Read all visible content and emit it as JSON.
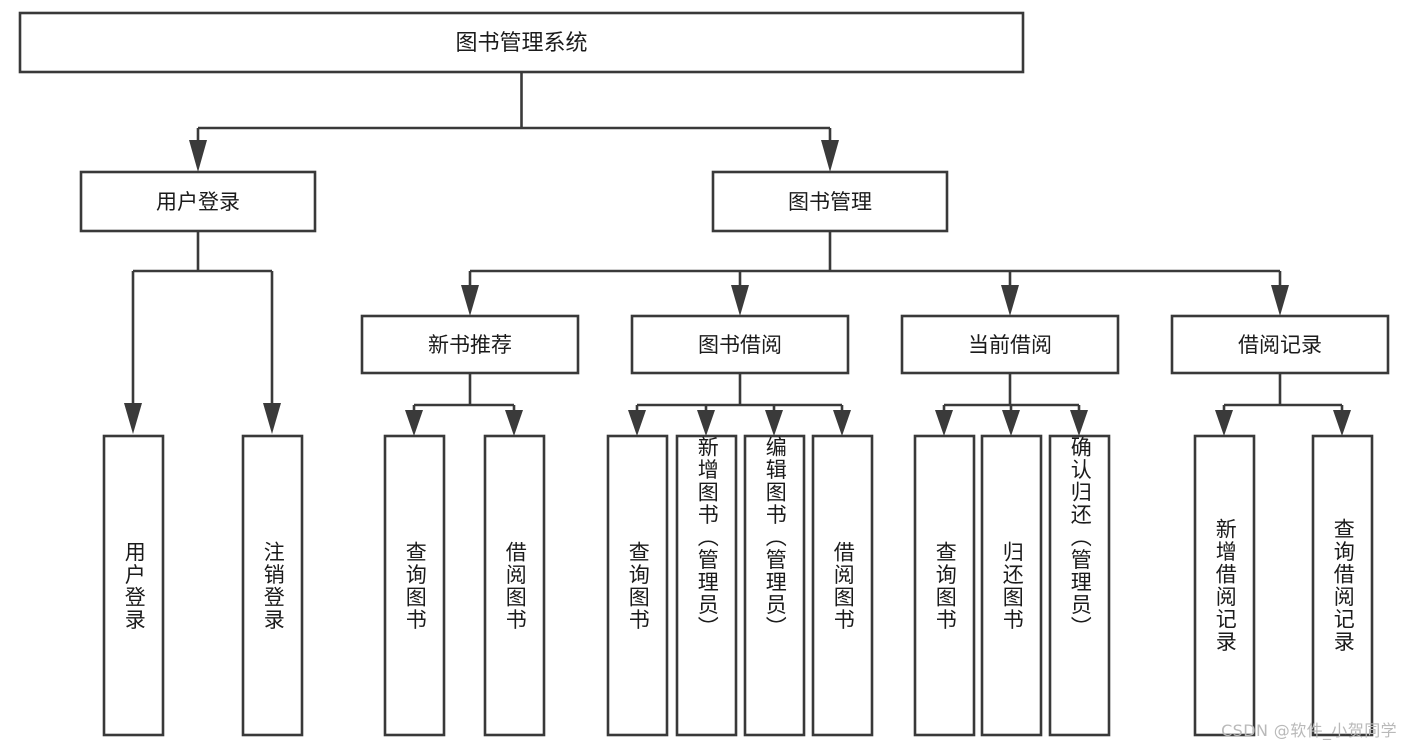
{
  "diagram": {
    "type": "tree-hierarchy",
    "title_node": {
      "id": "root",
      "label": "图书管理系统"
    },
    "level2": [
      {
        "id": "user-login",
        "label": "用户登录"
      },
      {
        "id": "book-management",
        "label": "图书管理"
      }
    ],
    "level3": [
      {
        "id": "new-book-recommend",
        "label": "新书推荐",
        "parent": "book-management"
      },
      {
        "id": "book-borrow",
        "label": "图书借阅",
        "parent": "book-management"
      },
      {
        "id": "current-borrow",
        "label": "当前借阅",
        "parent": "book-management"
      },
      {
        "id": "borrow-record",
        "label": "借阅记录",
        "parent": "book-management"
      }
    ],
    "leaves": [
      {
        "id": "leaf-user-login",
        "label": "用户登录",
        "parent": "user-login"
      },
      {
        "id": "leaf-logout-login",
        "label": "注销登录",
        "parent": "user-login"
      },
      {
        "id": "leaf-query-book-1",
        "label": "查询图书",
        "parent": "new-book-recommend"
      },
      {
        "id": "leaf-borrow-book-1",
        "label": "借阅图书",
        "parent": "new-book-recommend"
      },
      {
        "id": "leaf-query-book-2",
        "label": "查询图书",
        "parent": "book-borrow"
      },
      {
        "id": "leaf-add-book",
        "label": "新增图书（管理员）",
        "parent": "book-borrow"
      },
      {
        "id": "leaf-edit-book",
        "label": "编辑图书（管理员）",
        "parent": "book-borrow"
      },
      {
        "id": "leaf-borrow-book-2",
        "label": "借阅图书",
        "parent": "book-borrow"
      },
      {
        "id": "leaf-query-book-3",
        "label": "查询图书",
        "parent": "current-borrow"
      },
      {
        "id": "leaf-return-book",
        "label": "归还图书",
        "parent": "current-borrow"
      },
      {
        "id": "leaf-confirm-return",
        "label": "确认归还（管理员）",
        "parent": "current-borrow"
      },
      {
        "id": "leaf-add-record",
        "label": "新增借阅记录",
        "parent": "borrow-record"
      },
      {
        "id": "leaf-query-record",
        "label": "查询借阅记录",
        "parent": "borrow-record"
      }
    ],
    "colors": {
      "box_stroke": "#393939",
      "box_fill": "#ffffff",
      "connector": "#3a3a3a",
      "text": "#1b1b1b",
      "watermark": "#b9b9b9",
      "background": "#ffffff"
    }
  },
  "watermark": {
    "text": "CSDN @软件_小贺同学"
  }
}
